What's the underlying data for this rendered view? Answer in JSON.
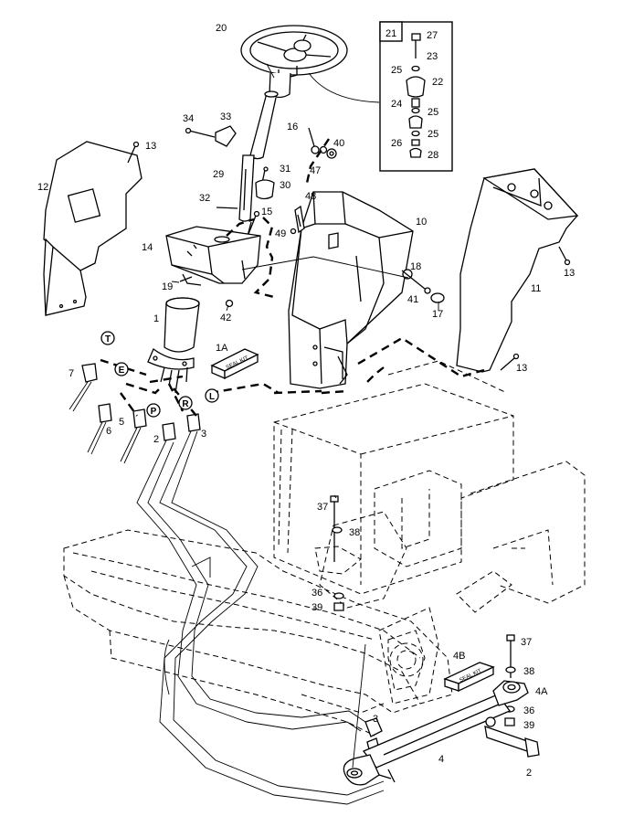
{
  "diagram": {
    "callouts": [
      {
        "id": "20",
        "text": "20"
      },
      {
        "id": "21",
        "text": "21"
      },
      {
        "id": "27",
        "text": "27"
      },
      {
        "id": "23",
        "text": "23"
      },
      {
        "id": "25a",
        "text": "25"
      },
      {
        "id": "22",
        "text": "22"
      },
      {
        "id": "24",
        "text": "24"
      },
      {
        "id": "25b",
        "text": "25"
      },
      {
        "id": "26",
        "text": "26"
      },
      {
        "id": "25c",
        "text": "25"
      },
      {
        "id": "28",
        "text": "28"
      },
      {
        "id": "34",
        "text": "34"
      },
      {
        "id": "33",
        "text": "33"
      },
      {
        "id": "16",
        "text": "16"
      },
      {
        "id": "40",
        "text": "40"
      },
      {
        "id": "47",
        "text": "47"
      },
      {
        "id": "13a",
        "text": "13"
      },
      {
        "id": "12",
        "text": "12"
      },
      {
        "id": "31",
        "text": "31"
      },
      {
        "id": "29",
        "text": "29"
      },
      {
        "id": "30",
        "text": "30"
      },
      {
        "id": "48",
        "text": "48"
      },
      {
        "id": "32",
        "text": "32"
      },
      {
        "id": "15",
        "text": "15"
      },
      {
        "id": "49",
        "text": "49"
      },
      {
        "id": "10",
        "text": "10"
      },
      {
        "id": "14",
        "text": "14"
      },
      {
        "id": "11",
        "text": "11"
      },
      {
        "id": "13b",
        "text": "13"
      },
      {
        "id": "18",
        "text": "18"
      },
      {
        "id": "19",
        "text": "19"
      },
      {
        "id": "41",
        "text": "41"
      },
      {
        "id": "17",
        "text": "17"
      },
      {
        "id": "42",
        "text": "42"
      },
      {
        "id": "1",
        "text": "1"
      },
      {
        "id": "1A",
        "text": "1A"
      },
      {
        "id": "13c",
        "text": "13"
      },
      {
        "id": "7",
        "text": "7"
      },
      {
        "id": "6",
        "text": "6"
      },
      {
        "id": "5",
        "text": "5"
      },
      {
        "id": "2a",
        "text": "2"
      },
      {
        "id": "3a",
        "text": "3"
      },
      {
        "id": "37a",
        "text": "37"
      },
      {
        "id": "38a",
        "text": "38"
      },
      {
        "id": "36a",
        "text": "36"
      },
      {
        "id": "39a",
        "text": "39"
      },
      {
        "id": "37b",
        "text": "37"
      },
      {
        "id": "38b",
        "text": "38"
      },
      {
        "id": "4B",
        "text": "4B"
      },
      {
        "id": "4A",
        "text": "4A"
      },
      {
        "id": "36b",
        "text": "36"
      },
      {
        "id": "39b",
        "text": "39"
      },
      {
        "id": "3b",
        "text": "3"
      },
      {
        "id": "4",
        "text": "4"
      },
      {
        "id": "2b",
        "text": "2"
      }
    ],
    "port_labels": {
      "T": "T",
      "E": "E",
      "P": "P",
      "R": "R",
      "L": "L"
    },
    "seal_kit_text": "SEAL KIT"
  }
}
